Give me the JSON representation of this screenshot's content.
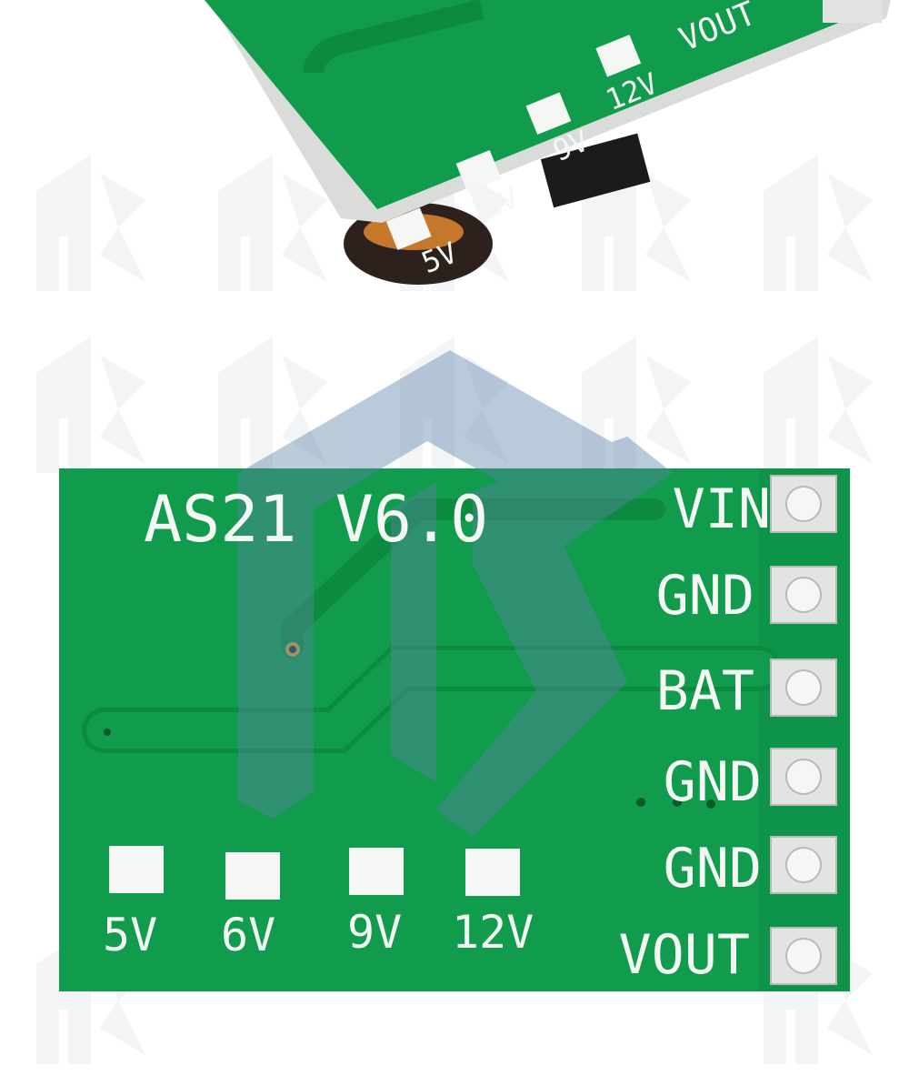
{
  "top_board": {
    "jumper_labels": [
      "5V",
      "6V",
      "9V",
      "12V"
    ],
    "pin_label": "VOUT"
  },
  "main_board": {
    "title": "AS21 V6.0",
    "pin_labels": [
      "VIN",
      "GND",
      "BAT",
      "GND",
      "GND",
      "VOUT"
    ],
    "jumper_labels": [
      "5V",
      "6V",
      "9V",
      "12V"
    ]
  },
  "watermark_text": "AS",
  "colors": {
    "pcb_green": "#109c4c",
    "silkscreen": "#f4f7f4",
    "pad_silver": "#e2e4e2",
    "watermark": "#5b84a8"
  }
}
